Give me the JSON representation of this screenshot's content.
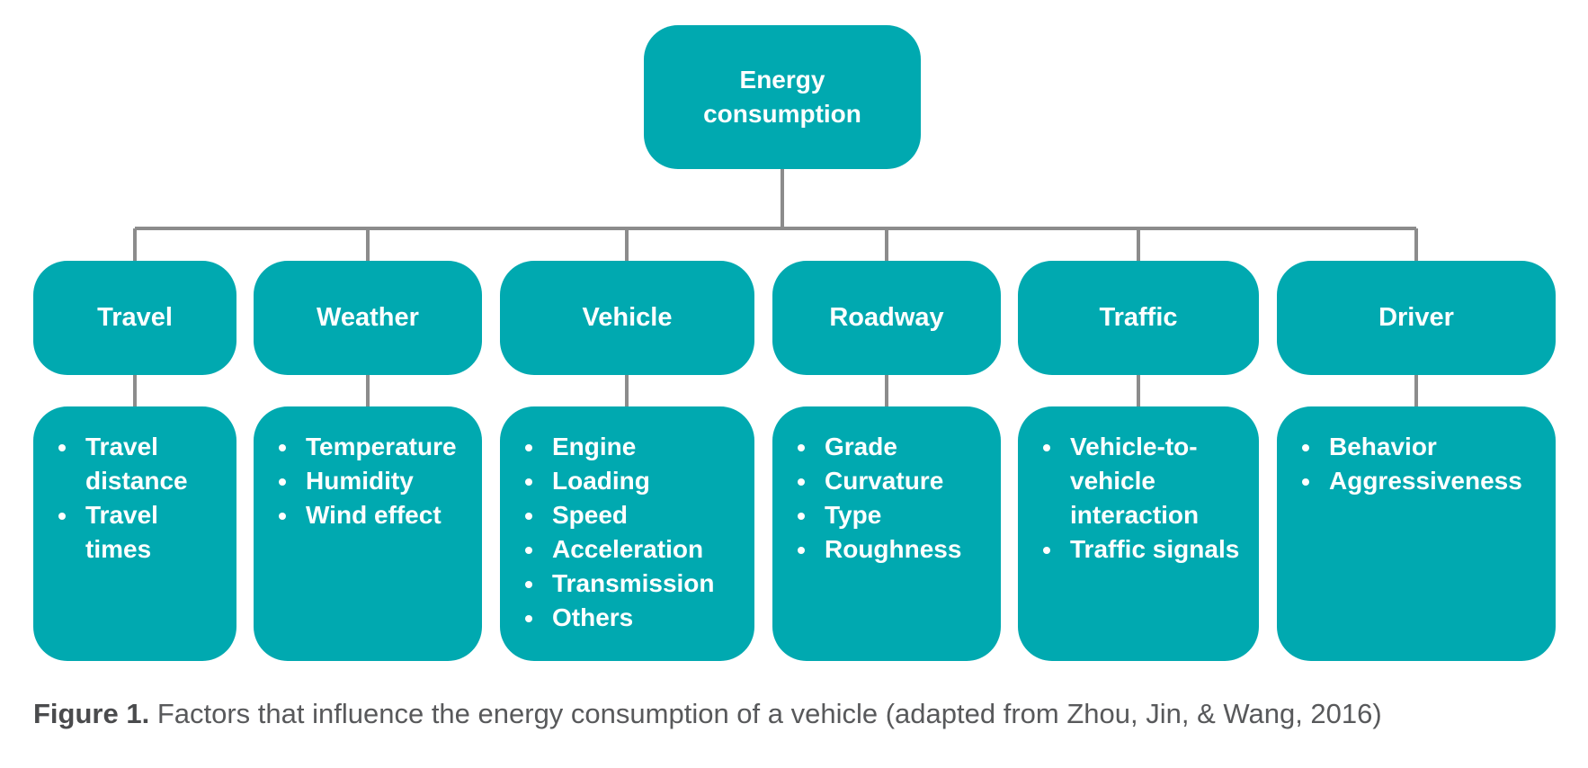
{
  "root": {
    "line1": "Energy",
    "line2": "consumption"
  },
  "categories": [
    {
      "label": "Travel",
      "items": [
        "Travel distance",
        "Travel times"
      ]
    },
    {
      "label": "Weather",
      "items": [
        "Temperature",
        "Humidity",
        "Wind effect"
      ]
    },
    {
      "label": "Vehicle",
      "items": [
        "Engine",
        "Loading",
        "Speed",
        "Acceleration",
        "Transmission",
        "Others"
      ]
    },
    {
      "label": "Roadway",
      "items": [
        "Grade",
        "Curvature",
        "Type",
        "Roughness"
      ]
    },
    {
      "label": "Traffic",
      "items": [
        "Vehicle-to-vehicle interaction",
        "Traffic signals"
      ]
    },
    {
      "label": "Driver",
      "items": [
        "Behavior",
        "Aggressiveness"
      ]
    }
  ],
  "caption": {
    "figure_label": "Figure 1.",
    "text": "Factors that influence the energy consumption of a vehicle (adapted from Zhou, Jin, & Wang, 2016)"
  },
  "colors": {
    "box": "#00a9b0",
    "connector": "#8c8c8c",
    "text": "#ffffff",
    "caption": "#58595b"
  }
}
